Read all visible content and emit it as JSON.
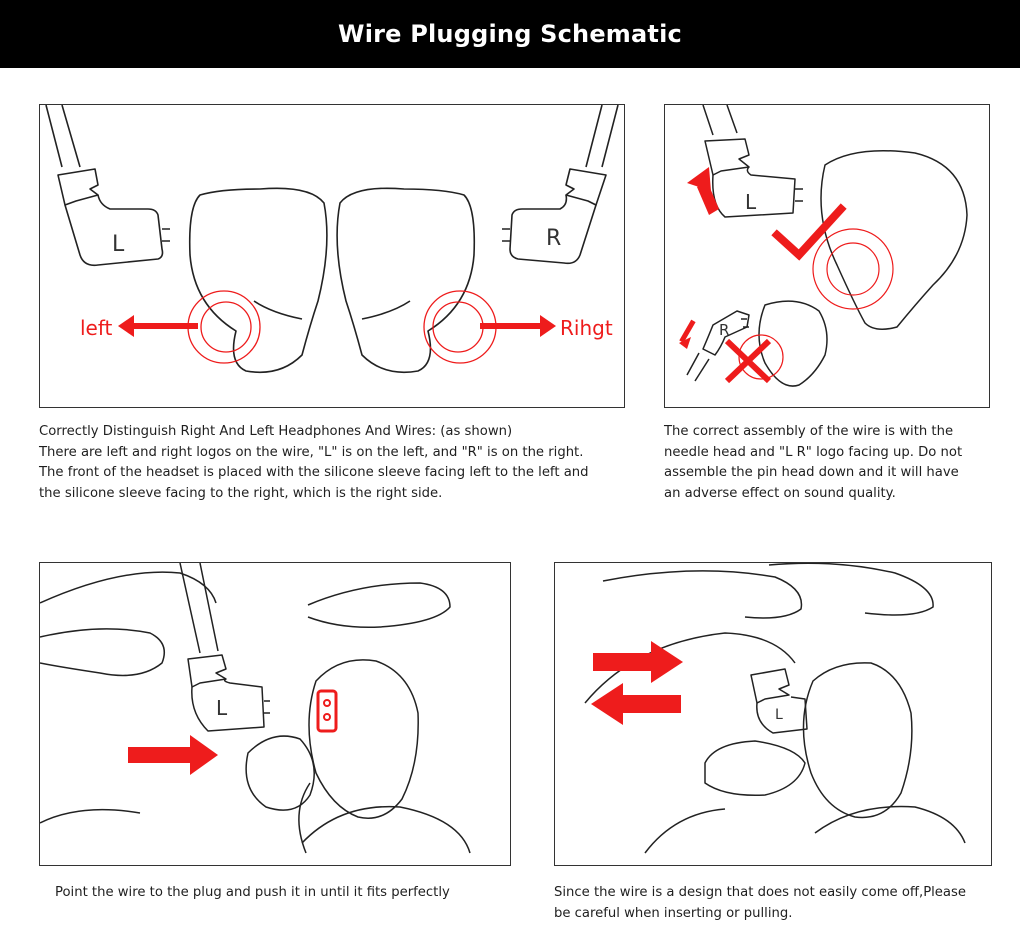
{
  "header": {
    "title": "Wire Plugging Schematic"
  },
  "colors": {
    "accent": "#ee1c1c",
    "header_bg": "#000000",
    "line": "#222222"
  },
  "panel1": {
    "left_label": "left",
    "right_label": "Rihgt",
    "left_plug_mark": "L",
    "right_plug_mark": "R"
  },
  "panel2": {
    "plug_mark_top": "L",
    "plug_mark_bottom": "R"
  },
  "panel3": {
    "plug_mark": "L"
  },
  "panel4": {
    "plug_mark": "L"
  },
  "captions": {
    "panel1": [
      "Correctly Distinguish Right And Left Headphones And Wires: (as shown)",
      "There are left and right logos on the wire, \"L\" is on the left, and \"R\" is on the right.",
      "The front of the headset is placed with the silicone sleeve facing left to the left and",
      "the silicone sleeve facing to the right, which is the right side."
    ],
    "panel2": [
      "The correct assembly of the wire is with the",
      "needle head and \"L R\" logo facing up. Do not",
      "assemble the pin head down and it will have",
      "an adverse effect on sound quality."
    ],
    "panel3": [
      "Point the wire to the plug and push it in until it fits perfectly"
    ],
    "panel4": [
      "Since the wire is a design that does not easily come off,Please",
      "be careful when inserting or pulling."
    ]
  }
}
